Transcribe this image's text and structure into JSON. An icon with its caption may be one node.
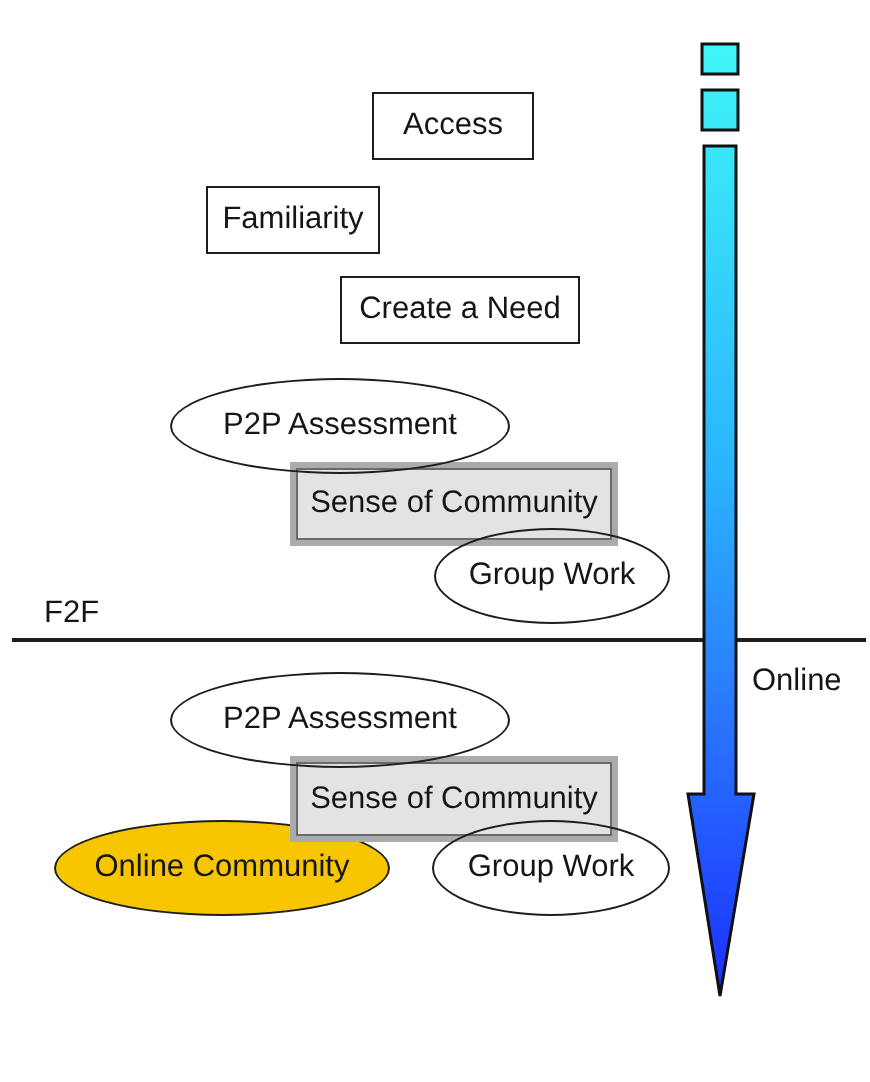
{
  "diagram": {
    "nodes": [
      {
        "text": [
          "Access"
        ]
      },
      {
        "text": [
          "Familiarity"
        ]
      },
      {
        "text": [
          "Create a Need"
        ]
      },
      {
        "text": [
          "P2P Assessment"
        ]
      },
      {
        "text": [
          "Sense of Community"
        ]
      },
      {
        "text": [
          "Group Work"
        ]
      },
      {
        "text": [
          "P2P Assessment"
        ]
      },
      {
        "text": [
          "Sense of Community"
        ]
      },
      {
        "text": [
          "Online Community"
        ]
      },
      {
        "text": [
          "Group Work"
        ]
      }
    ],
    "labels": [
      "F2F",
      "Online"
    ]
  }
}
